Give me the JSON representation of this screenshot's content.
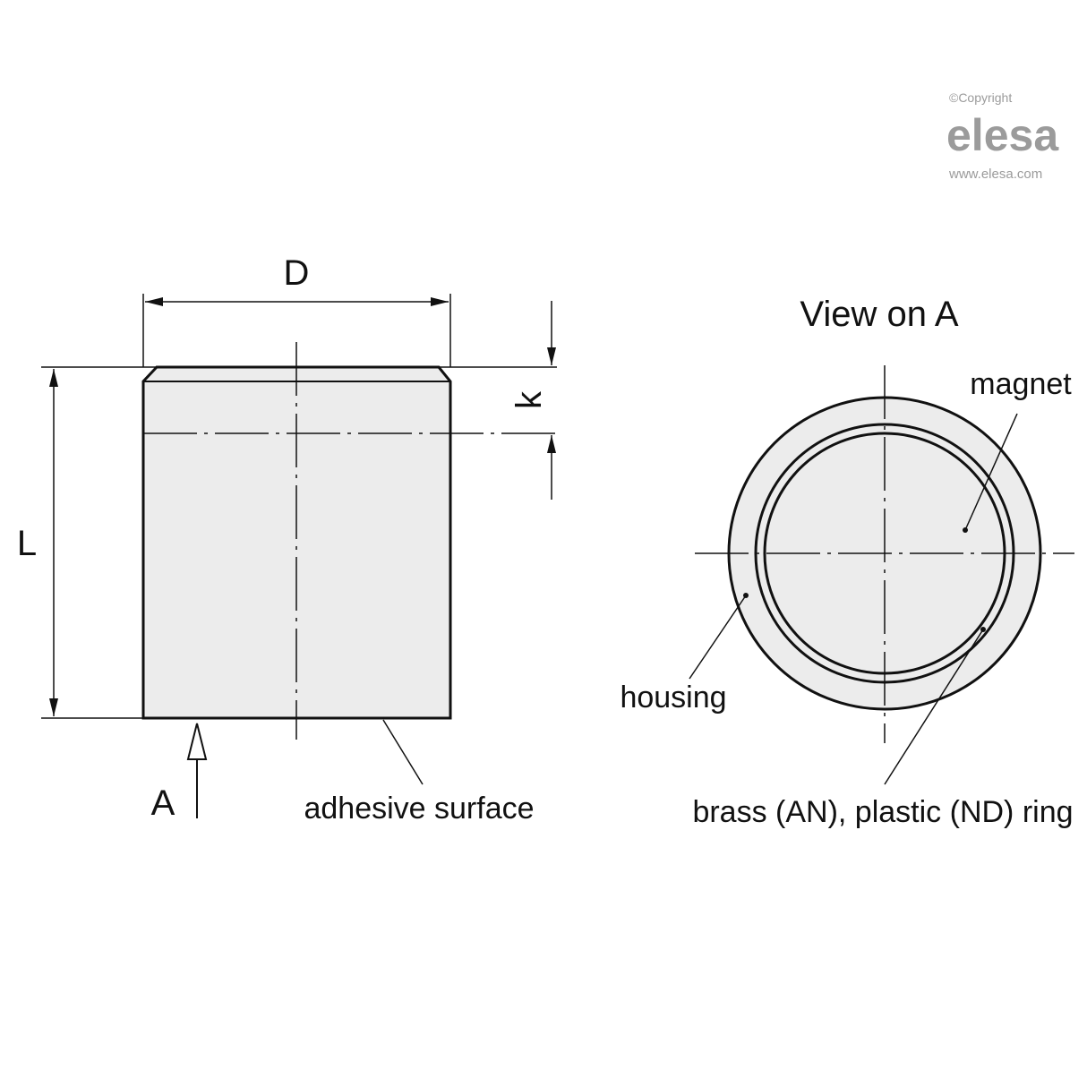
{
  "watermark": {
    "copyright": "©Copyright",
    "brand": "elesa",
    "url": "www.elesa.com"
  },
  "side_view": {
    "dim_diameter": "D",
    "dim_length": "L",
    "dim_k": "k",
    "view_arrow": "A",
    "adhesive_label": "adhesive surface"
  },
  "end_view": {
    "title": "View on A",
    "magnet_label": "magnet",
    "housing_label": "housing",
    "ring_label": "brass (AN), plastic (ND) ring"
  },
  "colors": {
    "fill": "#ececec",
    "stroke": "#111111",
    "watermark": "#9b9b9b"
  }
}
